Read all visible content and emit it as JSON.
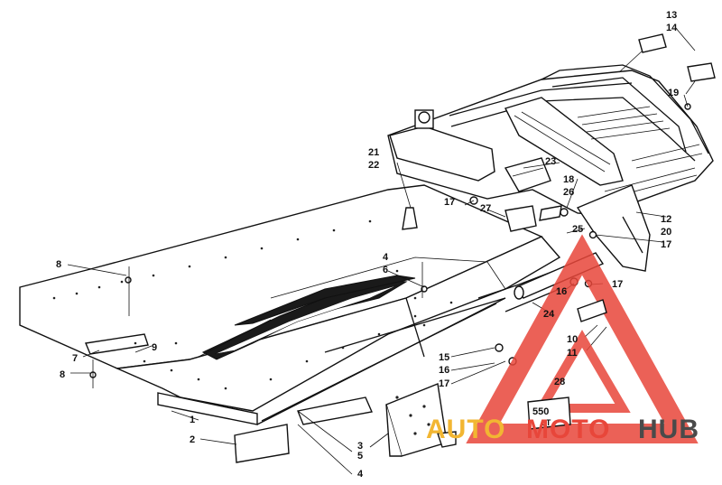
{
  "diagram": {
    "callouts": [
      "13",
      "14",
      "19",
      "21",
      "22",
      "23",
      "18",
      "26",
      "17",
      "27",
      "12",
      "20",
      "25",
      "17",
      "8",
      "4",
      "6",
      "16",
      "17",
      "24",
      "10",
      "11",
      "7",
      "9",
      "8",
      "15",
      "16",
      "17",
      "28",
      "1",
      "2",
      "5",
      "4",
      "3"
    ]
  },
  "watermark": {
    "brand_auto": "AUTO",
    "brand_moto": "MOTO",
    "brand_hub": "HUB",
    "color_auto": "#f2b632",
    "color_moto": "#e8463a",
    "color_hub": "#4a4a4a",
    "triangle_color": "#e8463a"
  },
  "decal": {
    "text_line1": "550",
    "text_line2": "LT"
  }
}
